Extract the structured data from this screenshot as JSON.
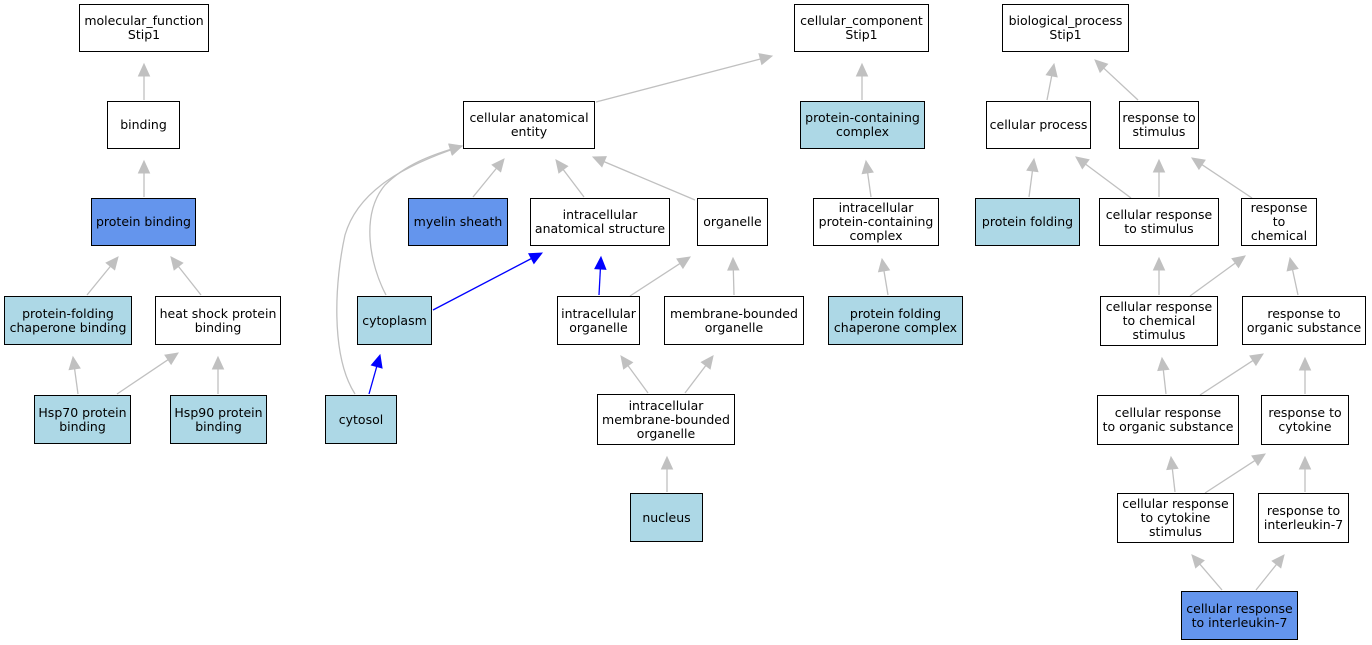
{
  "colors": {
    "highlight": "#6495ed",
    "annotated": "#add8e6",
    "plain": "#ffffff",
    "edge_default": "#c0c0c0",
    "edge_path": "#0000ff"
  },
  "nodes": [
    {
      "id": "mf_root",
      "label": "molecular_function\nStip1",
      "fill": "plain"
    },
    {
      "id": "binding",
      "label": "binding",
      "fill": "plain"
    },
    {
      "id": "protein_binding",
      "label": "protein binding",
      "fill": "dark"
    },
    {
      "id": "pf_chaperone_binding",
      "label": "protein-folding\nchaperone binding",
      "fill": "light"
    },
    {
      "id": "hsp_binding",
      "label": "heat shock protein\nbinding",
      "fill": "plain"
    },
    {
      "id": "hsp70",
      "label": "Hsp70 protein\nbinding",
      "fill": "light"
    },
    {
      "id": "hsp90",
      "label": "Hsp90 protein\nbinding",
      "fill": "light"
    },
    {
      "id": "cc_root",
      "label": "cellular_component\nStip1",
      "fill": "plain"
    },
    {
      "id": "cae",
      "label": "cellular anatomical\nentity",
      "fill": "plain"
    },
    {
      "id": "pcc",
      "label": "protein-containing\ncomplex",
      "fill": "light"
    },
    {
      "id": "myelin",
      "label": "myelin sheath",
      "fill": "dark"
    },
    {
      "id": "ias",
      "label": "intracellular\nanatomical structure",
      "fill": "plain"
    },
    {
      "id": "organelle",
      "label": "organelle",
      "fill": "plain"
    },
    {
      "id": "ipcc",
      "label": "intracellular\nprotein-containing\ncomplex",
      "fill": "plain"
    },
    {
      "id": "cytoplasm",
      "label": "cytoplasm",
      "fill": "light"
    },
    {
      "id": "io",
      "label": "intracellular\norganelle",
      "fill": "plain"
    },
    {
      "id": "mbo",
      "label": "membrane-bounded\norganelle",
      "fill": "plain"
    },
    {
      "id": "pfcc",
      "label": "protein folding\nchaperone complex",
      "fill": "light"
    },
    {
      "id": "cytosol",
      "label": "cytosol",
      "fill": "light"
    },
    {
      "id": "imbo",
      "label": "intracellular\nmembrane-bounded\norganelle",
      "fill": "plain"
    },
    {
      "id": "nucleus",
      "label": "nucleus",
      "fill": "light"
    },
    {
      "id": "bp_root",
      "label": "biological_process\nStip1",
      "fill": "plain"
    },
    {
      "id": "cell_process",
      "label": "cellular process",
      "fill": "plain"
    },
    {
      "id": "rts",
      "label": "response to\nstimulus",
      "fill": "plain"
    },
    {
      "id": "protein_folding",
      "label": "protein folding",
      "fill": "light"
    },
    {
      "id": "crts",
      "label": "cellular response\nto stimulus",
      "fill": "plain"
    },
    {
      "id": "rtc",
      "label": "response to\nchemical",
      "fill": "plain"
    },
    {
      "id": "crcs",
      "label": "cellular response\nto chemical\nstimulus",
      "fill": "plain"
    },
    {
      "id": "ros",
      "label": "response to\norganic substance",
      "fill": "plain"
    },
    {
      "id": "cros",
      "label": "cellular response\nto organic substance",
      "fill": "plain"
    },
    {
      "id": "rtck",
      "label": "response to\ncytokine",
      "fill": "plain"
    },
    {
      "id": "crck",
      "label": "cellular response\nto cytokine\nstimulus",
      "fill": "plain"
    },
    {
      "id": "ril7",
      "label": "response to\ninterleukin-7",
      "fill": "plain"
    },
    {
      "id": "cril7",
      "label": "cellular response\nto interleukin-7",
      "fill": "dark"
    }
  ],
  "edges": [
    {
      "from": "binding",
      "to": "mf_root",
      "style": "default"
    },
    {
      "from": "protein_binding",
      "to": "binding",
      "style": "default"
    },
    {
      "from": "pf_chaperone_binding",
      "to": "protein_binding",
      "style": "default"
    },
    {
      "from": "hsp_binding",
      "to": "protein_binding",
      "style": "default"
    },
    {
      "from": "hsp70",
      "to": "pf_chaperone_binding",
      "style": "default"
    },
    {
      "from": "hsp70",
      "to": "hsp_binding",
      "style": "default"
    },
    {
      "from": "hsp90",
      "to": "hsp_binding",
      "style": "default"
    },
    {
      "from": "cae",
      "to": "cc_root",
      "style": "default"
    },
    {
      "from": "pcc",
      "to": "cc_root",
      "style": "default"
    },
    {
      "from": "myelin",
      "to": "cae",
      "style": "default"
    },
    {
      "from": "ias",
      "to": "cae",
      "style": "default"
    },
    {
      "from": "organelle",
      "to": "cae",
      "style": "default"
    },
    {
      "from": "cytoplasm",
      "to": "cae",
      "style": "default"
    },
    {
      "from": "cytosol",
      "to": "cae",
      "style": "default"
    },
    {
      "from": "ipcc",
      "to": "pcc",
      "style": "default"
    },
    {
      "from": "cytoplasm",
      "to": "ias",
      "style": "path"
    },
    {
      "from": "io",
      "to": "ias",
      "style": "path"
    },
    {
      "from": "io",
      "to": "organelle",
      "style": "default"
    },
    {
      "from": "mbo",
      "to": "organelle",
      "style": "default"
    },
    {
      "from": "pfcc",
      "to": "ipcc",
      "style": "default"
    },
    {
      "from": "cytosol",
      "to": "cytoplasm",
      "style": "path"
    },
    {
      "from": "imbo",
      "to": "io",
      "style": "default"
    },
    {
      "from": "imbo",
      "to": "mbo",
      "style": "default"
    },
    {
      "from": "nucleus",
      "to": "imbo",
      "style": "default"
    },
    {
      "from": "cell_process",
      "to": "bp_root",
      "style": "default"
    },
    {
      "from": "rts",
      "to": "bp_root",
      "style": "default"
    },
    {
      "from": "protein_folding",
      "to": "cell_process",
      "style": "default"
    },
    {
      "from": "crts",
      "to": "cell_process",
      "style": "default"
    },
    {
      "from": "crts",
      "to": "rts",
      "style": "default"
    },
    {
      "from": "rtc",
      "to": "rts",
      "style": "default"
    },
    {
      "from": "crcs",
      "to": "crts",
      "style": "default"
    },
    {
      "from": "crcs",
      "to": "rtc",
      "style": "default"
    },
    {
      "from": "ros",
      "to": "rtc",
      "style": "default"
    },
    {
      "from": "cros",
      "to": "crcs",
      "style": "default"
    },
    {
      "from": "cros",
      "to": "ros",
      "style": "default"
    },
    {
      "from": "rtck",
      "to": "ros",
      "style": "default"
    },
    {
      "from": "crck",
      "to": "cros",
      "style": "default"
    },
    {
      "from": "crck",
      "to": "rtck",
      "style": "default"
    },
    {
      "from": "ril7",
      "to": "rtck",
      "style": "default"
    },
    {
      "from": "cril7",
      "to": "crck",
      "style": "default"
    },
    {
      "from": "cril7",
      "to": "ril7",
      "style": "default"
    }
  ]
}
